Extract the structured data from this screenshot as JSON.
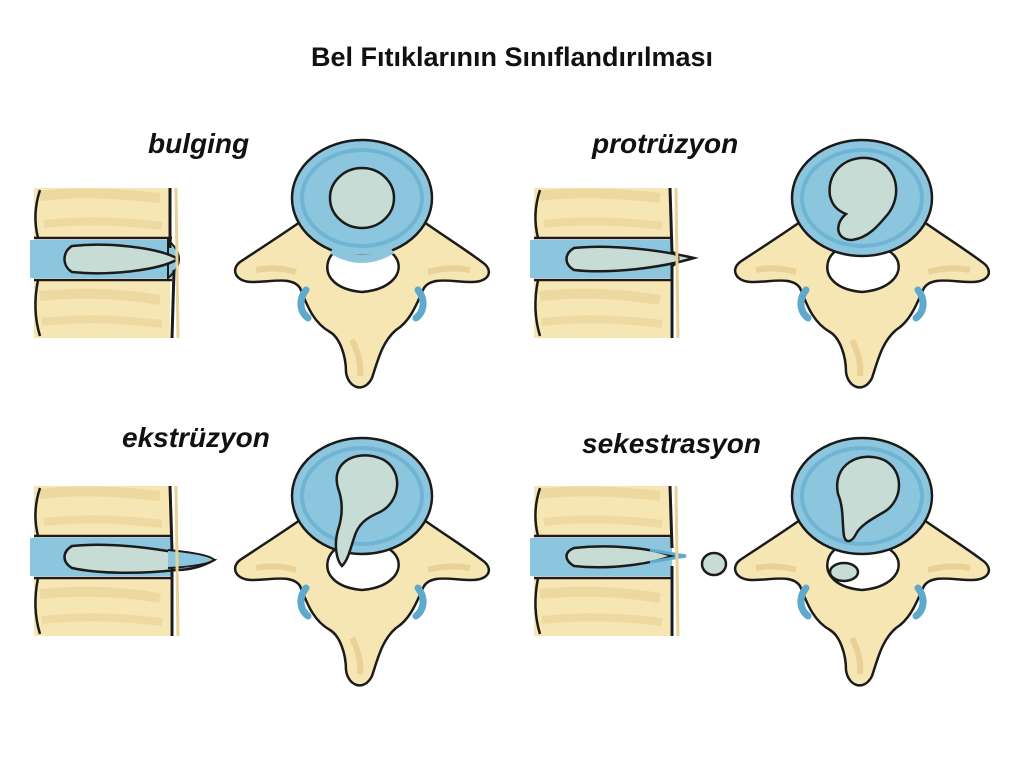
{
  "title": "Bel Fıtıklarının Sınıflandırılması",
  "panels": [
    {
      "id": "bulging",
      "label": "bulging"
    },
    {
      "id": "protrusion",
      "label": "protrüzyon"
    },
    {
      "id": "extrusion",
      "label": "ekstrüzyon"
    },
    {
      "id": "sequestration",
      "label": "sekestrasyon"
    }
  ],
  "colors": {
    "bone": "#f6e6b4",
    "bone_shade": "#ead196",
    "disc_ring": "#8cc6de",
    "disc_ring_dark": "#5ea9cc",
    "nucleus": "#c8dcd6",
    "outline": "#1b1b1b",
    "canal": "#ffffff"
  }
}
